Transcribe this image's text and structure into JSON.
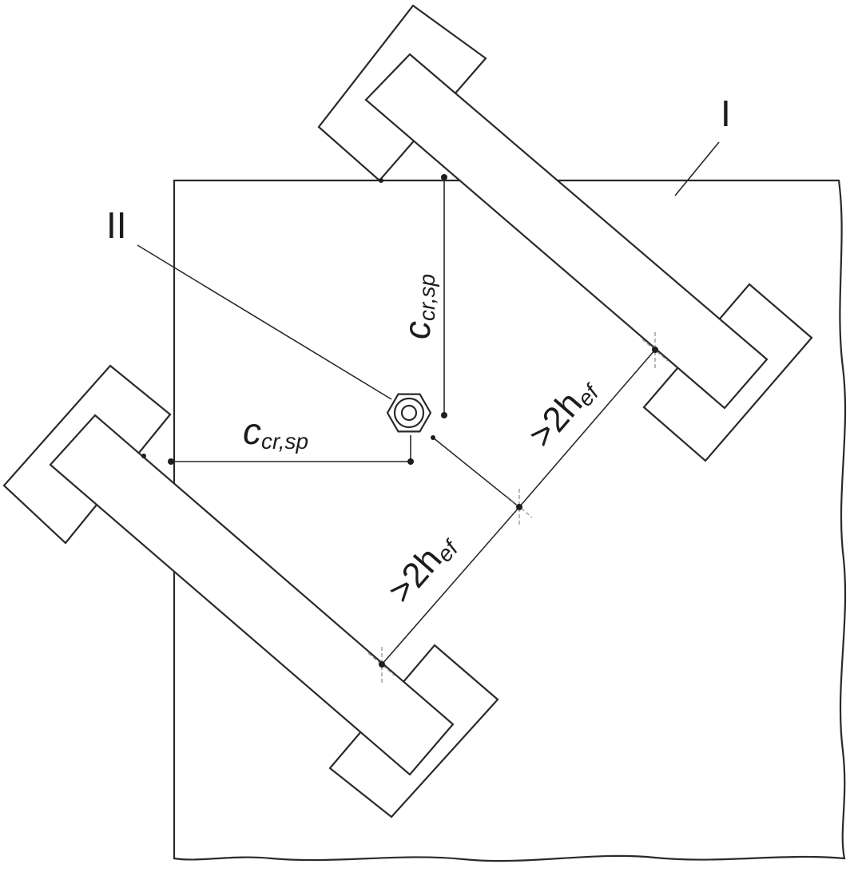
{
  "diagram": {
    "labels": {
      "member": "I",
      "anchor": "II"
    },
    "dimensions": {
      "edge_distance_horizontal": {
        "main": "c",
        "sub": "cr,sp"
      },
      "edge_distance_vertical": {
        "main": "c",
        "sub": "cr,sp"
      },
      "support_spacing_upper": {
        "main": ">2h",
        "sub": "ef"
      },
      "support_spacing_lower": {
        "main": ">2h",
        "sub": "ef"
      }
    },
    "colors": {
      "ink": "#2a2a2a"
    }
  }
}
